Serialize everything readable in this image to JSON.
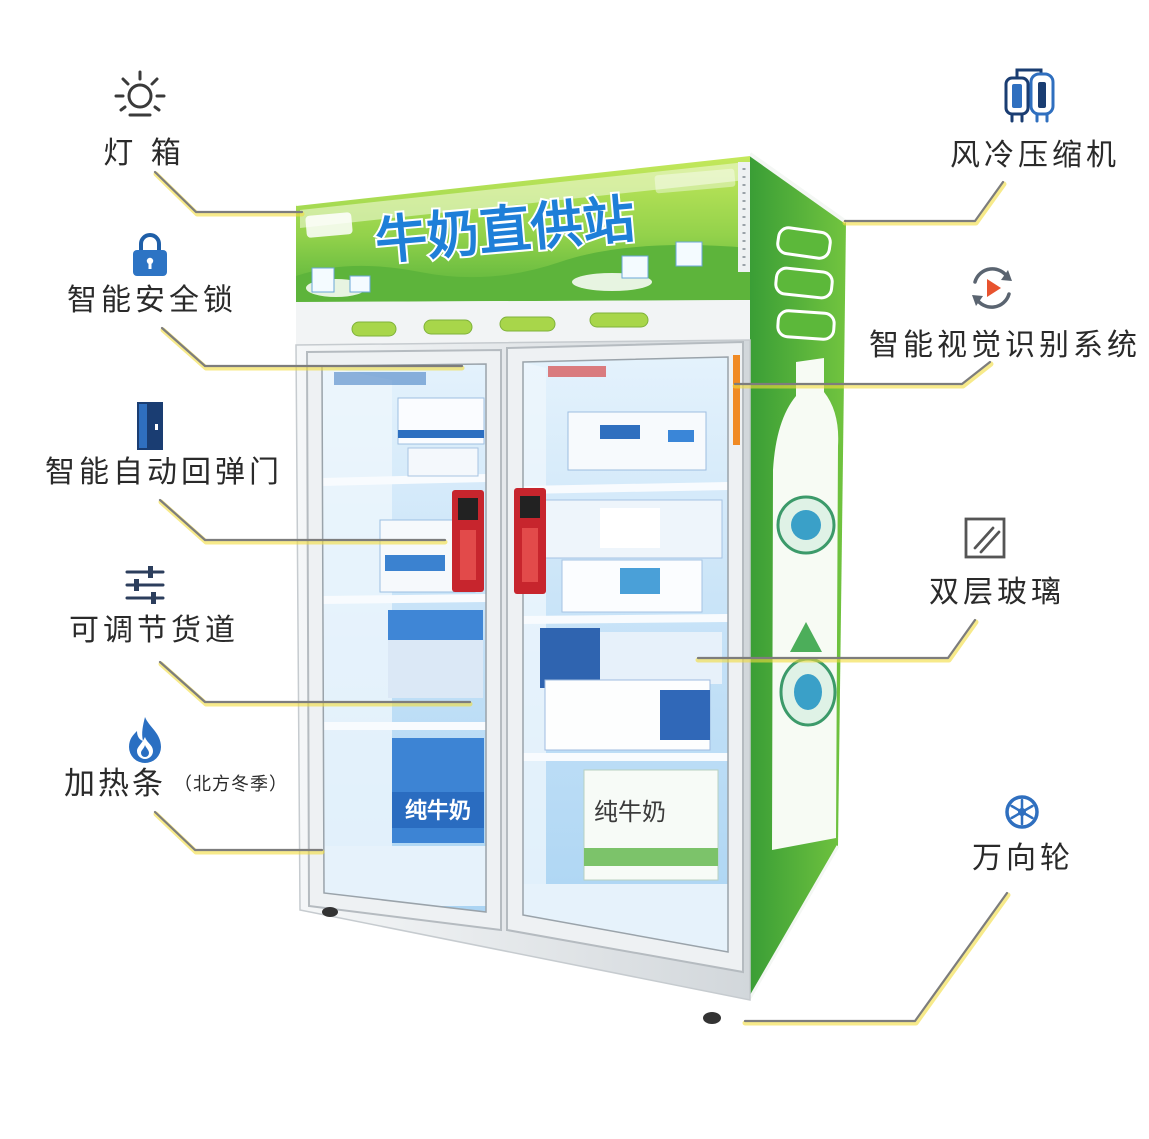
{
  "features_left": [
    {
      "label": "灯 箱",
      "icon": "sun-icon"
    },
    {
      "label": "智能安全锁",
      "icon": "lock-icon"
    },
    {
      "label": "智能自动回弹门",
      "icon": "door-icon"
    },
    {
      "label": "可调节货道",
      "icon": "sliders-icon"
    },
    {
      "label": "加热条",
      "note": "（北方冬季）",
      "icon": "flame-icon"
    }
  ],
  "features_right": [
    {
      "label": "风冷压缩机",
      "icon": "compressor-icon"
    },
    {
      "label": "智能视觉识别系统",
      "icon": "camera-play-icon"
    },
    {
      "label": "双层玻璃",
      "icon": "glass-pane-icon"
    },
    {
      "label": "万向轮",
      "icon": "wheel-icon"
    }
  ],
  "machine": {
    "banner_title": "牛奶直供站",
    "package_text": "纯牛奶"
  },
  "colors": {
    "label_text": "#2a2a2a",
    "leader_line": "#7d7d7d",
    "leader_glow": "#f1dc3c",
    "brand_green": "#6cc03e",
    "accent_blue": "#1e7fd8",
    "lock_red": "#c7252d"
  }
}
